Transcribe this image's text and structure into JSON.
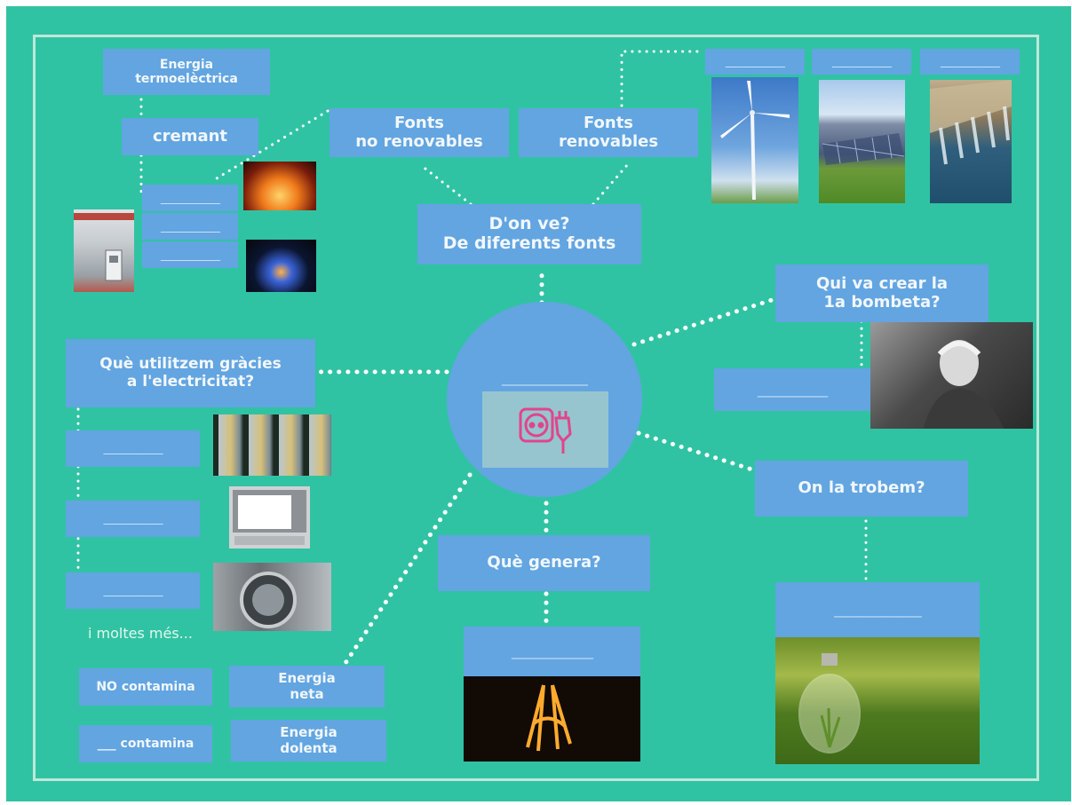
{
  "center": {
    "blank": "________________",
    "icon": "plug-socket-icon"
  },
  "sources": {
    "title": "D'on ve?\nDe diferents fonts",
    "non_renewable": "Fonts\nno renovables",
    "renewable": "Fonts\nrenovables",
    "thermal": "Energia\ntermoelèctrica",
    "burning": "cremant",
    "non_renewable_blanks": [
      "____________",
      "____________",
      "____________"
    ],
    "renewable_blanks": [
      "____________",
      "____________",
      "____________"
    ]
  },
  "inventor": {
    "question": "Qui va crear la\n1a bombeta?",
    "blank": "____________"
  },
  "uses": {
    "question": "Què utilitzem gràcies\na l'electricitat?",
    "blanks": [
      "____________",
      "____________",
      "____________"
    ],
    "more": "i moltes més..."
  },
  "find": {
    "question": "On la trobem?",
    "blank": "_______________"
  },
  "generates": {
    "question": "Què  genera?",
    "blank": "______________"
  },
  "pollution": {
    "no_pollutes": "NO contamina",
    "pollutes": "___ contamina",
    "clean": "Energia\nneta",
    "bad": "Energia\ndolenta"
  },
  "colors": {
    "background": "#30c3a3",
    "box": "#62a5e1",
    "frame": "#bfe8d9",
    "dots": "#ffffff"
  }
}
